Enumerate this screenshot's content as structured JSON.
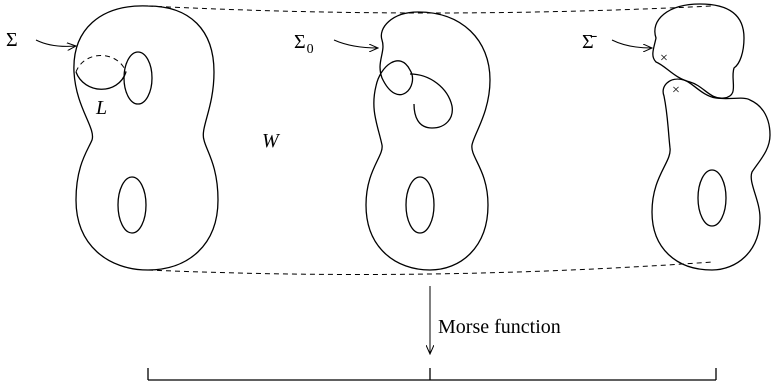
{
  "labels": {
    "sigma": "Σ",
    "sigma0_base": "Σ",
    "sigma0_sub": "0",
    "sigma_bar": "Σ̄",
    "loop": "L",
    "cobordism": "W",
    "arrow_caption": "Morse function",
    "critical_marker": "×"
  }
}
